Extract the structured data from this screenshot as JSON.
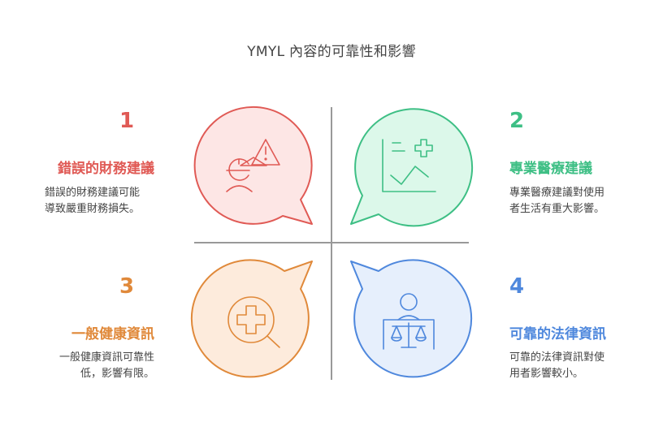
{
  "title": "YMYL 內容的可靠性和影響",
  "quadrants": [
    {
      "number": "1",
      "heading": "錯誤的財務建議",
      "description_line1": "錯誤的財務建議可能",
      "description_line2": "導致嚴重財務損失。",
      "color": "#e05a55",
      "fill": "#fde6e5",
      "icon": "financial-warning-icon"
    },
    {
      "number": "2",
      "heading": "專業醫療建議",
      "description_line1": "專業醫療建議對使用",
      "description_line2": "者生活有重大影響。",
      "color": "#3ebf85",
      "fill": "#dcf8ea",
      "icon": "medical-chart-icon"
    },
    {
      "number": "3",
      "heading": "一般健康資訊",
      "description_line1": "一般健康資訊可靠性",
      "description_line2": "低，影響有限。",
      "color": "#e0893a",
      "fill": "#fdebdc",
      "icon": "health-search-icon"
    },
    {
      "number": "4",
      "heading": "可靠的法律資訊",
      "description_line1": "可靠的法律資訊對使",
      "description_line2": "用者影響較小。",
      "color": "#4f88dd",
      "fill": "#e6effc",
      "icon": "legal-scale-icon"
    }
  ]
}
